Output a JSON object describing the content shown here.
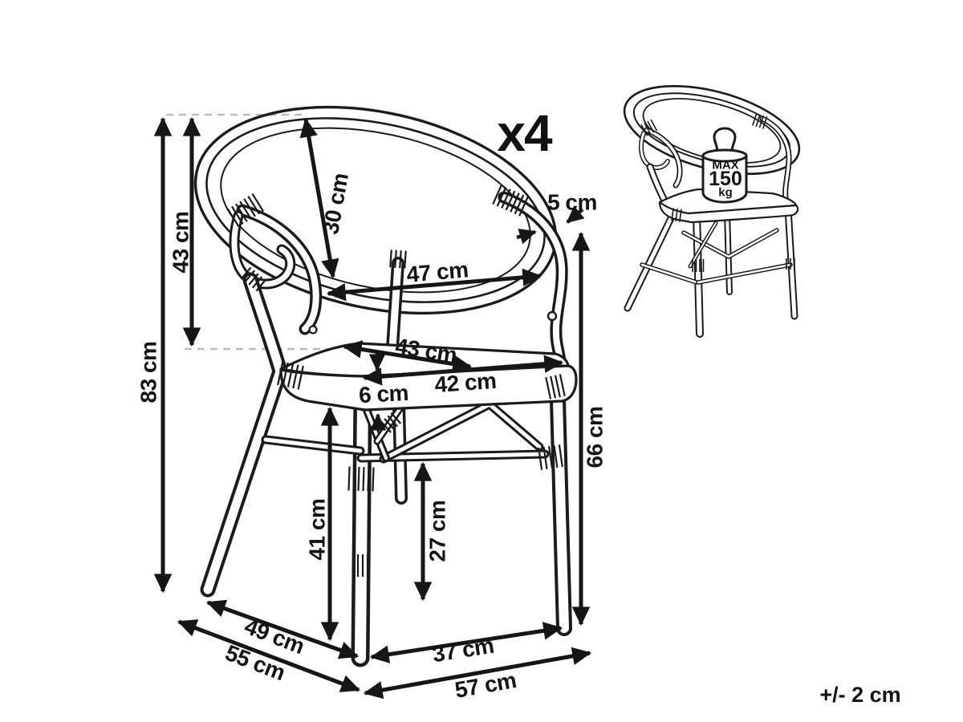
{
  "diagram": {
    "quantity_label": "x4",
    "tolerance_note": "+/- 2 cm",
    "weight_capacity": {
      "prefix": "MAX",
      "value": "150",
      "unit": "kg"
    },
    "dimensions": {
      "total_height": "83 cm",
      "backrest_height": "43 cm",
      "backrest_depth": "30 cm",
      "armrest_inner_width": "47 cm",
      "seat_depth": "43 cm",
      "seat_width": "42 cm",
      "seat_thickness": "6 cm",
      "seat_height": "41 cm",
      "stretcher_height": "27 cm",
      "armrest_height": "66 cm",
      "frame_tube_width": "5 cm",
      "leg_span_depth": "49 cm",
      "total_depth": "55 cm",
      "front_leg_span": "37 cm",
      "total_width": "57 cm"
    }
  }
}
